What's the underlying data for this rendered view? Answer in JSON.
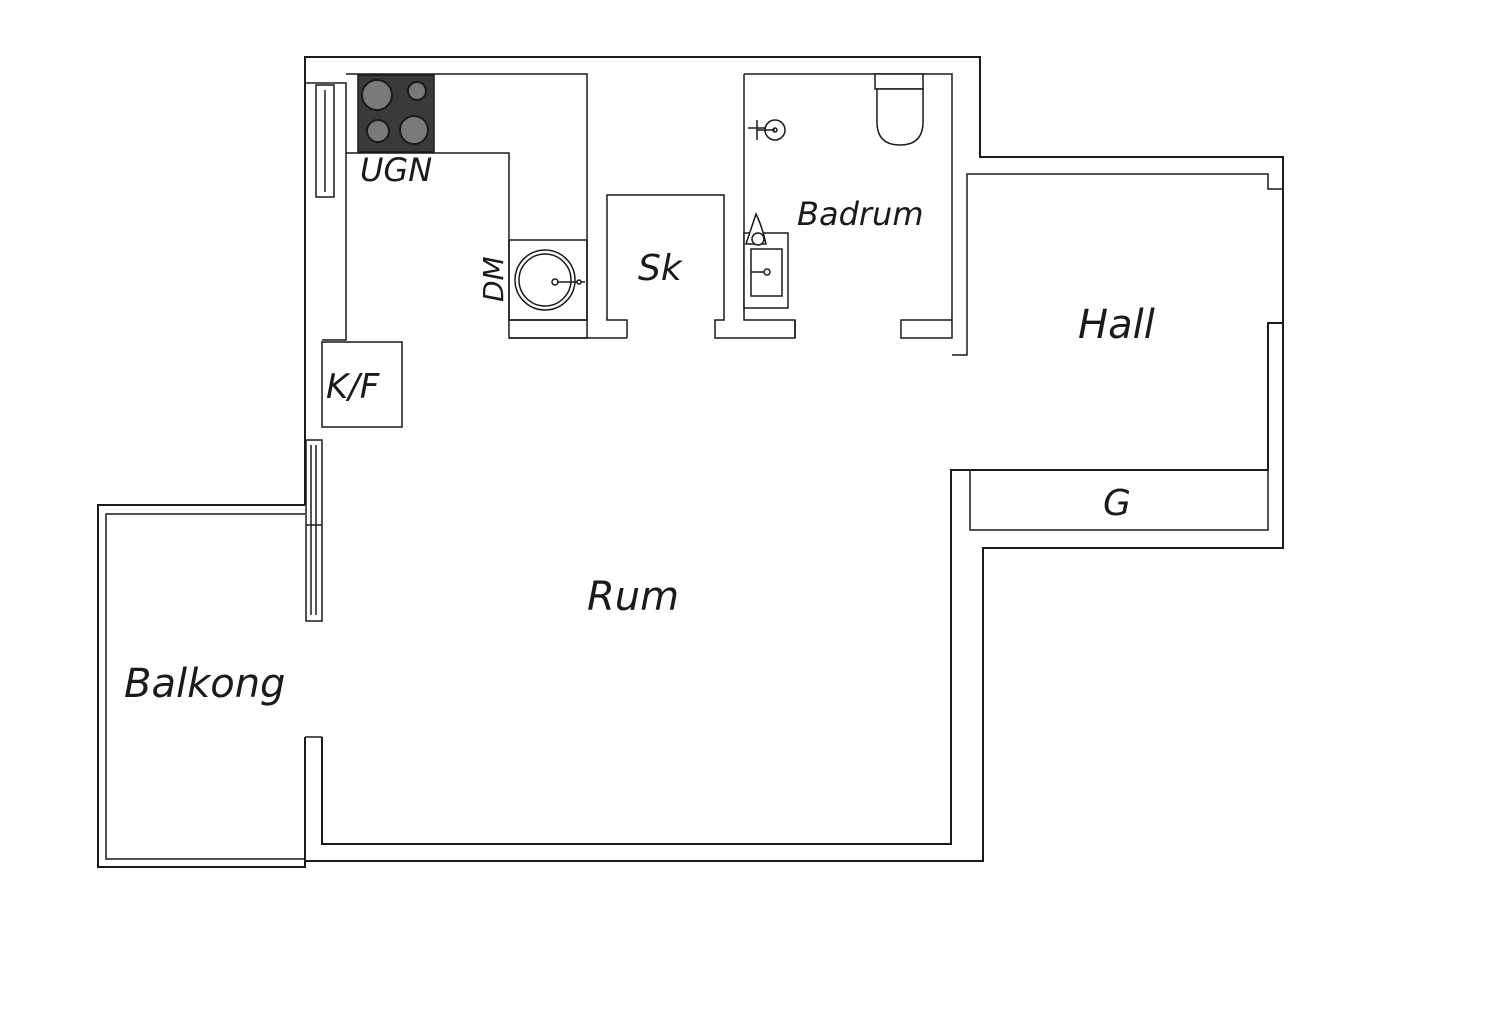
{
  "plan": {
    "rooms": {
      "ugn": "UGN",
      "dm": "DM",
      "sk": "Sk",
      "badrum": "Badrum",
      "hall": "Hall",
      "kf": "K/F",
      "g": "G",
      "rum": "Rum",
      "balkong": "Balkong"
    },
    "colors": {
      "line": "#1a1a1a",
      "stove_body": "#3a3a3a",
      "burner": "#7a7a7a",
      "background": "#ffffff"
    }
  }
}
